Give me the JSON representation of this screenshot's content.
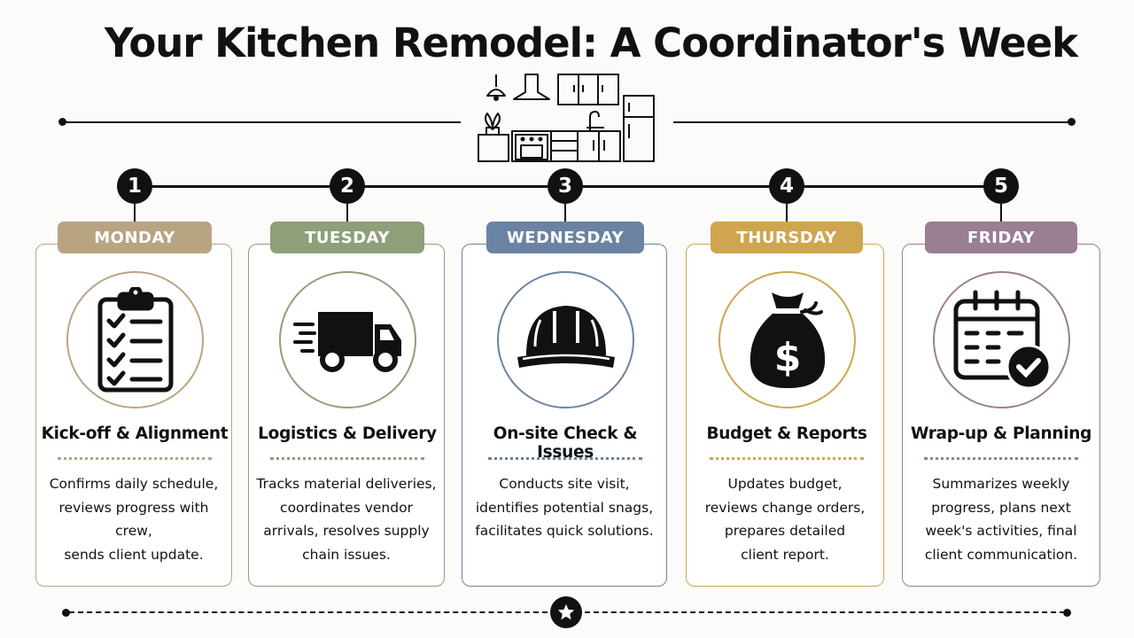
{
  "title": "Your Kitchen Remodel: A Coordinator's Week",
  "colors": {
    "monday": "#b9a482",
    "tuesday": "#8f9f79",
    "wednesday": "#6b83a3",
    "thursday": "#d0a54f",
    "friday": "#9a7e92",
    "ink": "#111111"
  },
  "steps": [
    {
      "number": "1",
      "day": "MONDAY",
      "title": "Kick-off & Alignment",
      "desc": [
        "Confirms daily schedule,",
        "reviews progress with crew,",
        "sends client update."
      ],
      "icon": "clipboard-checklist-icon"
    },
    {
      "number": "2",
      "day": "TUESDAY",
      "title": "Logistics & Delivery",
      "desc": [
        "Tracks material deliveries,",
        "coordinates vendor",
        "arrivals, resolves supply",
        "chain issues."
      ],
      "icon": "delivery-truck-icon"
    },
    {
      "number": "3",
      "day": "WEDNESDAY",
      "title": "On-site Check & Issues",
      "desc": [
        "Conducts site visit,",
        "identifies potential snags,",
        "facilitates quick solutions."
      ],
      "icon": "hard-hat-icon"
    },
    {
      "number": "4",
      "day": "THURSDAY",
      "title": "Budget & Reports",
      "desc": [
        "Updates budget,",
        "reviews change orders,",
        "prepares detailed",
        "client report."
      ],
      "icon": "money-bag-icon"
    },
    {
      "number": "5",
      "day": "FRIDAY",
      "title": "Wrap-up & Planning",
      "desc": [
        "Summarizes weekly",
        "progress, plans next",
        "week's activities, final",
        "client communication."
      ],
      "icon": "calendar-check-icon"
    }
  ]
}
